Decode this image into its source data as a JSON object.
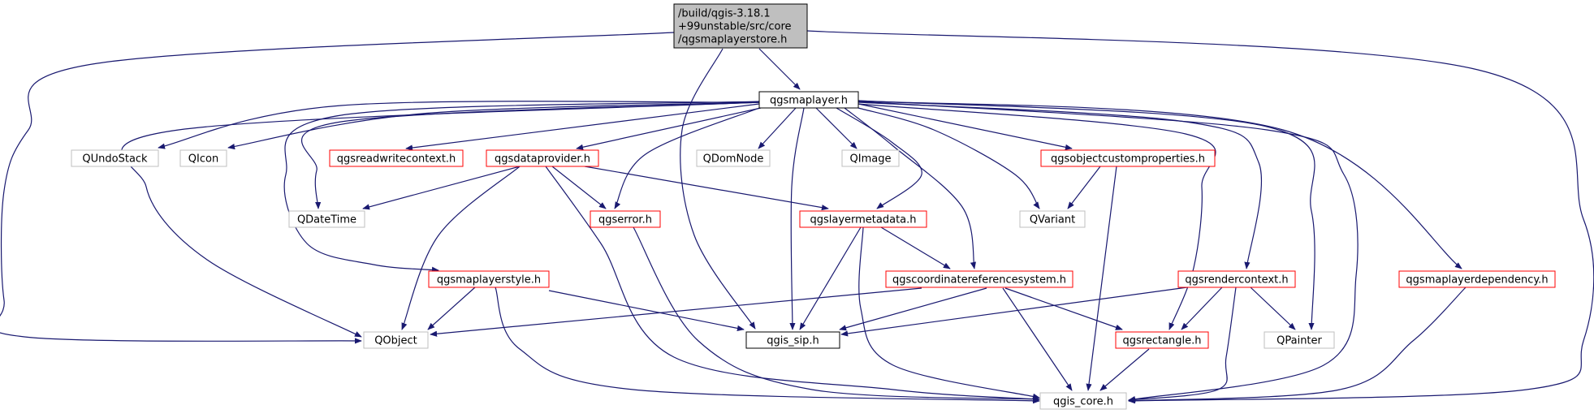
{
  "diagram": {
    "type": "include-dependency-graph",
    "colors": {
      "edge": "#191970",
      "root_fill": "#bfbfbf",
      "node_border_documented": "#ff0000",
      "node_border_external": "#bfbfbf",
      "node_border_plain": "#000000"
    },
    "nodes": [
      {
        "id": "root",
        "lines": [
          "/build/qgis-3.18.1",
          "+99unstable/src/core",
          "/qgsmaplayerstore.h"
        ],
        "style": "root"
      },
      {
        "id": "qgsmaplayer",
        "lines": [
          "qgsmaplayer.h"
        ],
        "style": "plain"
      },
      {
        "id": "QUndoStack",
        "lines": [
          "QUndoStack"
        ],
        "style": "external"
      },
      {
        "id": "QIcon",
        "lines": [
          "QIcon"
        ],
        "style": "external"
      },
      {
        "id": "qgsreadwritecontext",
        "lines": [
          "qgsreadwritecontext.h"
        ],
        "style": "documented"
      },
      {
        "id": "qgsdataprovider",
        "lines": [
          "qgsdataprovider.h"
        ],
        "style": "documented"
      },
      {
        "id": "QDomNode",
        "lines": [
          "QDomNode"
        ],
        "style": "external"
      },
      {
        "id": "QImage",
        "lines": [
          "QImage"
        ],
        "style": "external"
      },
      {
        "id": "qgsobjectcustomproperties",
        "lines": [
          "qgsobjectcustomproperties.h"
        ],
        "style": "documented"
      },
      {
        "id": "QDateTime",
        "lines": [
          "QDateTime"
        ],
        "style": "external"
      },
      {
        "id": "qgserror",
        "lines": [
          "qgserror.h"
        ],
        "style": "documented"
      },
      {
        "id": "qgslayermetadata",
        "lines": [
          "qgslayermetadata.h"
        ],
        "style": "documented"
      },
      {
        "id": "QVariant",
        "lines": [
          "QVariant"
        ],
        "style": "external"
      },
      {
        "id": "qgsmaplayerstyle",
        "lines": [
          "qgsmaplayerstyle.h"
        ],
        "style": "documented"
      },
      {
        "id": "qgscoordinatereferencesystem",
        "lines": [
          "qgscoordinatereferencesystem.h"
        ],
        "style": "documented"
      },
      {
        "id": "qgsrendercontext",
        "lines": [
          "qgsrendercontext.h"
        ],
        "style": "documented"
      },
      {
        "id": "qgsmaplayerdependency",
        "lines": [
          "qgsmaplayerdependency.h"
        ],
        "style": "documented"
      },
      {
        "id": "QObject",
        "lines": [
          "QObject"
        ],
        "style": "external"
      },
      {
        "id": "qgis_sip",
        "lines": [
          "qgis_sip.h"
        ],
        "style": "plain"
      },
      {
        "id": "qgsrectangle",
        "lines": [
          "qgsrectangle.h"
        ],
        "style": "documented"
      },
      {
        "id": "QPainter",
        "lines": [
          "QPainter"
        ],
        "style": "external"
      },
      {
        "id": "qgis_core",
        "lines": [
          "qgis_core.h"
        ],
        "style": "external"
      }
    ],
    "edges": [
      [
        "root",
        "qgsmaplayer"
      ],
      [
        "root",
        "QObject"
      ],
      [
        "root",
        "qgis_sip"
      ],
      [
        "root",
        "qgis_core"
      ],
      [
        "qgsmaplayer",
        "QUndoStack"
      ],
      [
        "qgsmaplayer",
        "QIcon"
      ],
      [
        "qgsmaplayer",
        "qgsreadwritecontext"
      ],
      [
        "qgsmaplayer",
        "qgsdataprovider"
      ],
      [
        "qgsmaplayer",
        "QDomNode"
      ],
      [
        "qgsmaplayer",
        "QImage"
      ],
      [
        "qgsmaplayer",
        "qgsobjectcustomproperties"
      ],
      [
        "qgsmaplayer",
        "QDateTime"
      ],
      [
        "qgsmaplayer",
        "qgserror"
      ],
      [
        "qgsmaplayer",
        "qgslayermetadata"
      ],
      [
        "qgsmaplayer",
        "QVariant"
      ],
      [
        "qgsmaplayer",
        "qgsmaplayerstyle"
      ],
      [
        "qgsmaplayer",
        "qgscoordinatereferencesystem"
      ],
      [
        "qgsmaplayer",
        "qgsrendercontext"
      ],
      [
        "qgsmaplayer",
        "qgsmaplayerdependency"
      ],
      [
        "qgsmaplayer",
        "QObject"
      ],
      [
        "qgsmaplayer",
        "qgis_sip"
      ],
      [
        "qgsmaplayer",
        "qgsrectangle"
      ],
      [
        "qgsmaplayer",
        "QPainter"
      ],
      [
        "qgsmaplayer",
        "qgis_core"
      ],
      [
        "qgsdataprovider",
        "QDateTime"
      ],
      [
        "qgsdataprovider",
        "qgserror"
      ],
      [
        "qgsdataprovider",
        "qgslayermetadata"
      ],
      [
        "qgsdataprovider",
        "QObject"
      ],
      [
        "qgsdataprovider",
        "qgis_core"
      ],
      [
        "qgsobjectcustomproperties",
        "QVariant"
      ],
      [
        "qgsobjectcustomproperties",
        "qgis_core"
      ],
      [
        "qgserror",
        "qgis_core"
      ],
      [
        "qgslayermetadata",
        "qgscoordinatereferencesystem"
      ],
      [
        "qgslayermetadata",
        "qgis_sip"
      ],
      [
        "qgslayermetadata",
        "qgis_core"
      ],
      [
        "qgsmaplayerstyle",
        "QObject"
      ],
      [
        "qgsmaplayerstyle",
        "qgis_sip"
      ],
      [
        "qgsmaplayerstyle",
        "qgis_core"
      ],
      [
        "qgscoordinatereferencesystem",
        "QObject"
      ],
      [
        "qgscoordinatereferencesystem",
        "qgis_sip"
      ],
      [
        "qgscoordinatereferencesystem",
        "qgsrectangle"
      ],
      [
        "qgscoordinatereferencesystem",
        "qgis_core"
      ],
      [
        "qgsrendercontext",
        "qgis_sip"
      ],
      [
        "qgsrendercontext",
        "qgsrectangle"
      ],
      [
        "qgsrendercontext",
        "QPainter"
      ],
      [
        "qgsrendercontext",
        "qgis_core"
      ],
      [
        "qgsmaplayerdependency",
        "qgis_core"
      ],
      [
        "qgsrectangle",
        "qgis_core"
      ]
    ]
  }
}
